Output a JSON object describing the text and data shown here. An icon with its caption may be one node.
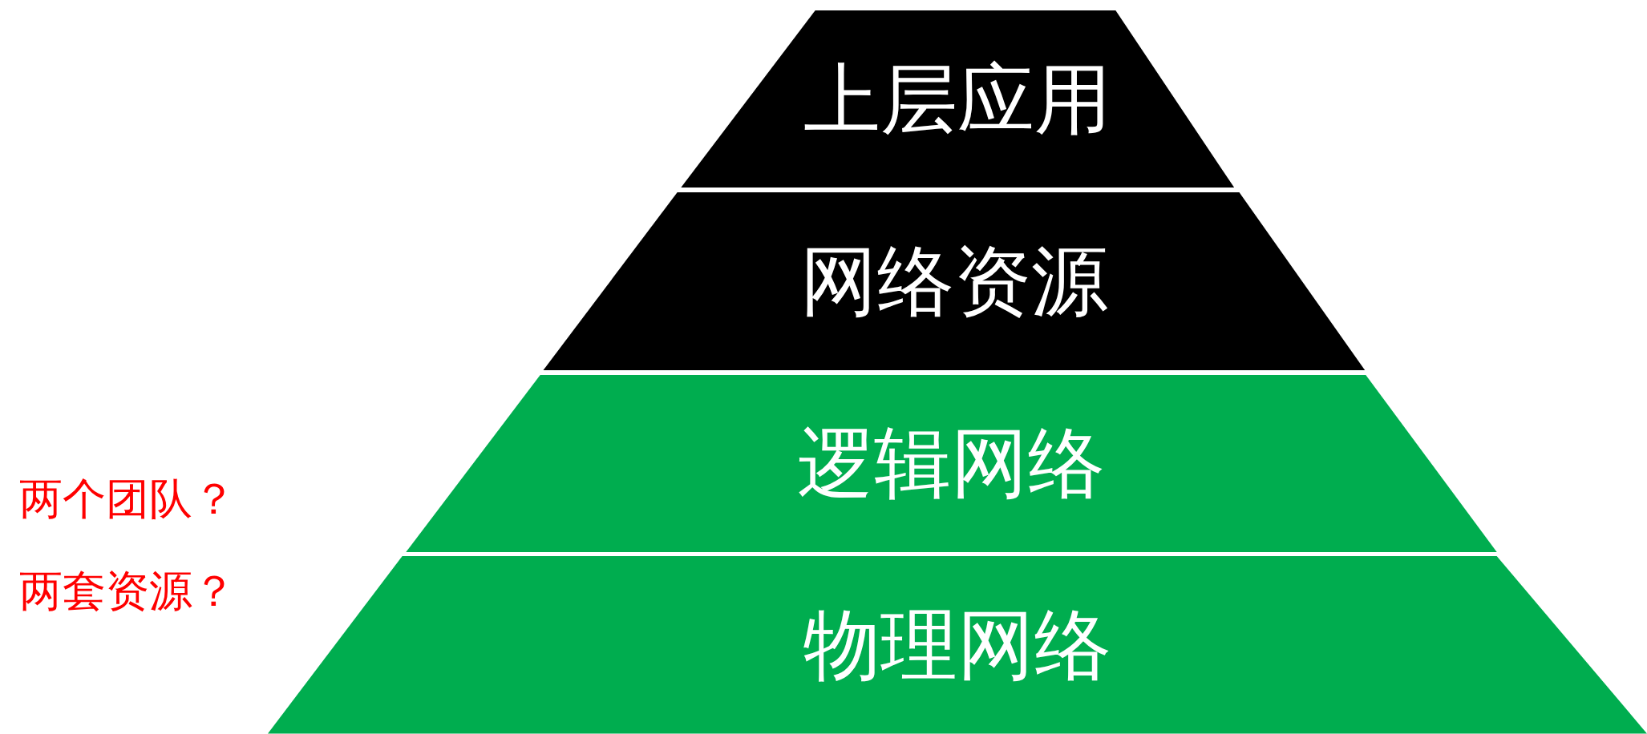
{
  "diagram": {
    "nodes": [
      {
        "text": [
          "上层应用"
        ]
      },
      {
        "text": [
          "网络资源"
        ]
      },
      {
        "text": [
          "逻辑网络"
        ]
      },
      {
        "text": [
          "物理网络"
        ]
      }
    ],
    "labels": [
      "两个团队？",
      "两套资源？"
    ]
  }
}
